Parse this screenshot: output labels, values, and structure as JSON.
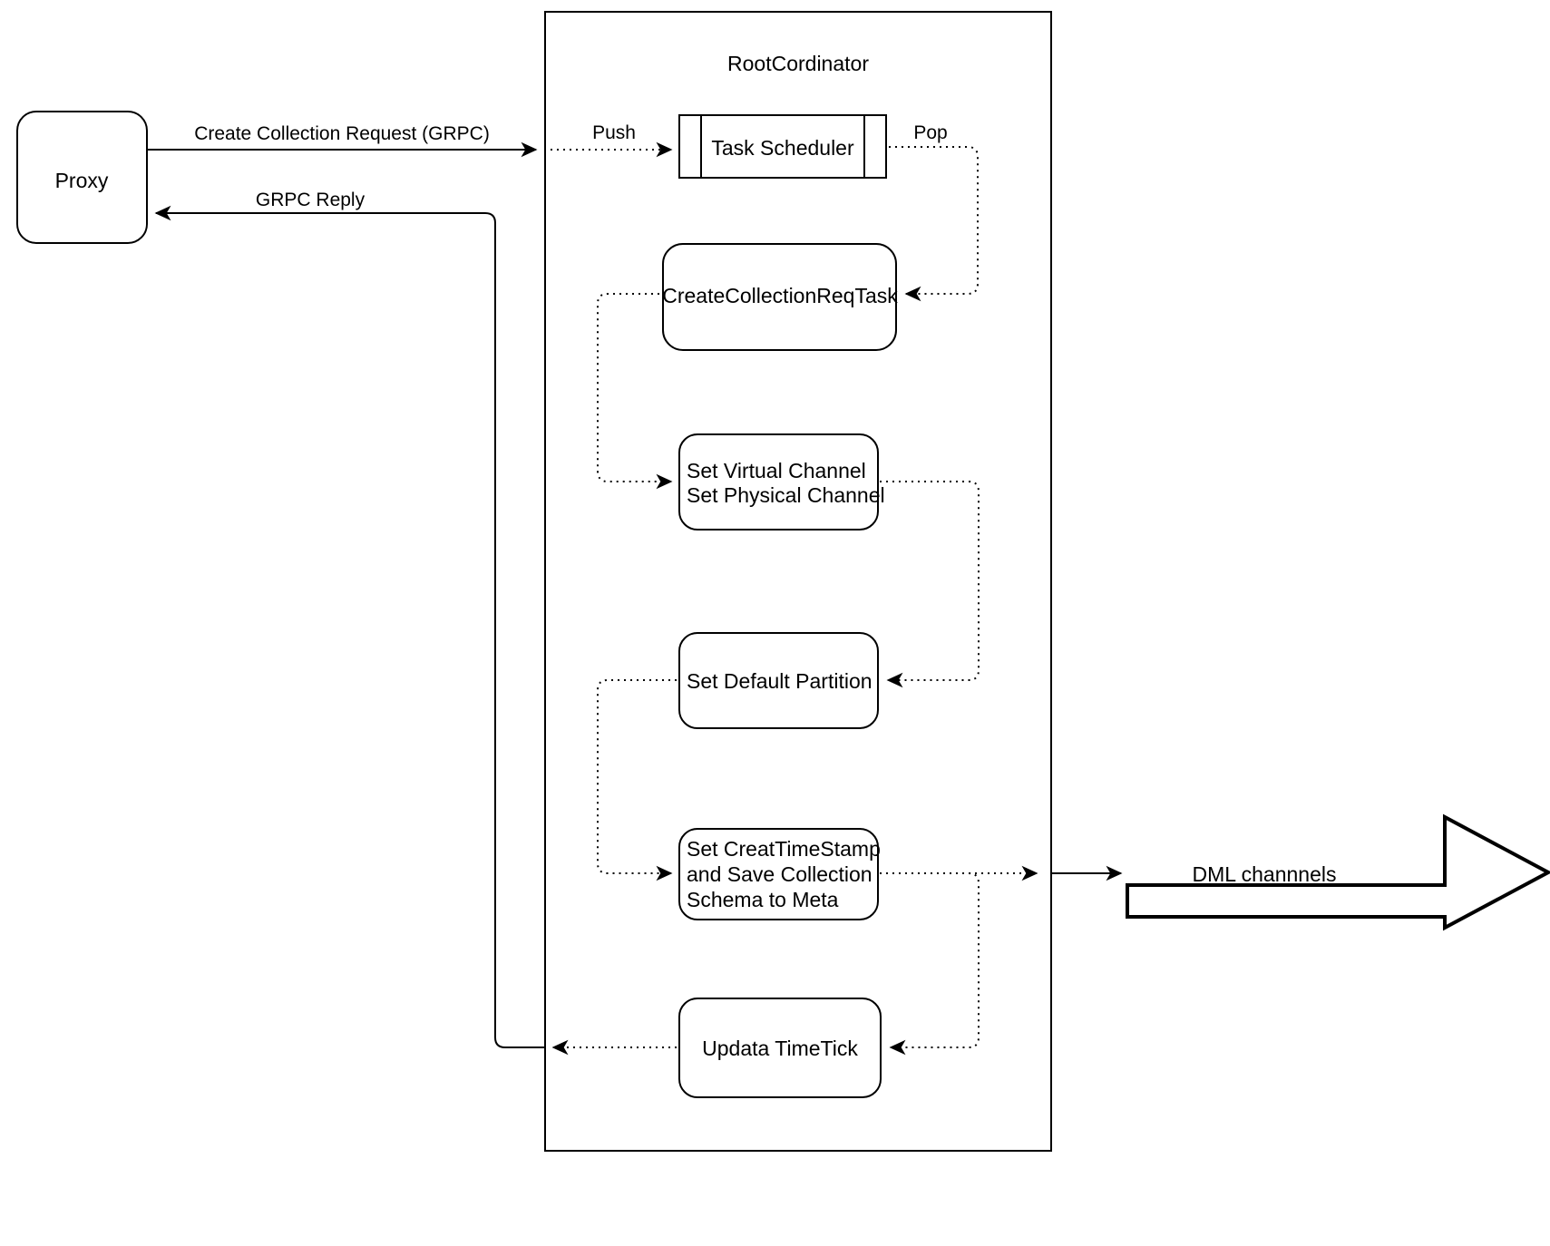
{
  "diagram": {
    "title_visible": false,
    "colors": {
      "stroke": "#000000",
      "fill": "#ffffff",
      "text": "#000000"
    },
    "container": {
      "label": "RootCordinator"
    },
    "nodes": {
      "proxy": {
        "label": "Proxy"
      },
      "task_scheduler": {
        "label": "Task Scheduler"
      },
      "create_collection_req_task": {
        "label": "CreateCollectionReqTask"
      },
      "set_channels": {
        "line1": "Set Virtual Channel",
        "line2": "Set Physical Channel"
      },
      "set_default_partition": {
        "label": "Set Default Partition"
      },
      "set_create_timestamp": {
        "line1": "Set CreatTimeStamp",
        "line2": "and Save Collection",
        "line3": "Schema to Meta"
      },
      "update_timetick": {
        "label": "Updata TimeTick"
      },
      "dml_channels": {
        "label": "DML channnels"
      }
    },
    "edges": {
      "create_collection_request": {
        "label": "Create Collection Request (GRPC)"
      },
      "grpc_reply": {
        "label": "GRPC Reply"
      },
      "push": {
        "label": "Push"
      },
      "pop": {
        "label": "Pop"
      }
    }
  }
}
